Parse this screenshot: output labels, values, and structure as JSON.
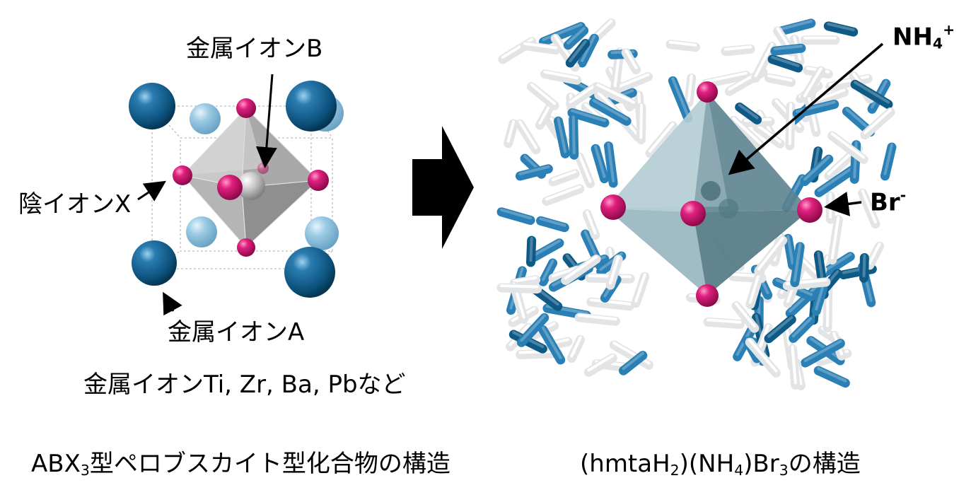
{
  "left_panel": {
    "label_metal_b": "金属イオンB",
    "label_anion_x": "陰イオンX",
    "label_metal_a": "金属イオンA",
    "examples": "金属イオンTi, Zr, Ba, Pbなど",
    "caption": {
      "pre": "ABX",
      "sub": "3",
      "post": "型ペロブスカイト型化合物の構造"
    }
  },
  "right_panel": {
    "label_nh4": {
      "base": "NH",
      "sub": "4",
      "sup": "+"
    },
    "label_br": {
      "base": "Br",
      "sup": "-"
    },
    "caption": {
      "p1": "(hmtaH",
      "s1": "2",
      "p2": ")(NH",
      "s2": "4",
      "p3": ")Br",
      "s3": "3",
      "p4": "の構造"
    }
  },
  "colors": {
    "metal_a": "#0e5a86",
    "metal_a_light": "#7fb8d8",
    "anion_x": "#d81c7a",
    "octahedron": "#b8b8b8",
    "teal_octahedron": "#6e929e",
    "nitrogen": "#2a7fb5",
    "hydrogen_carbon": "#e4e6e8"
  }
}
